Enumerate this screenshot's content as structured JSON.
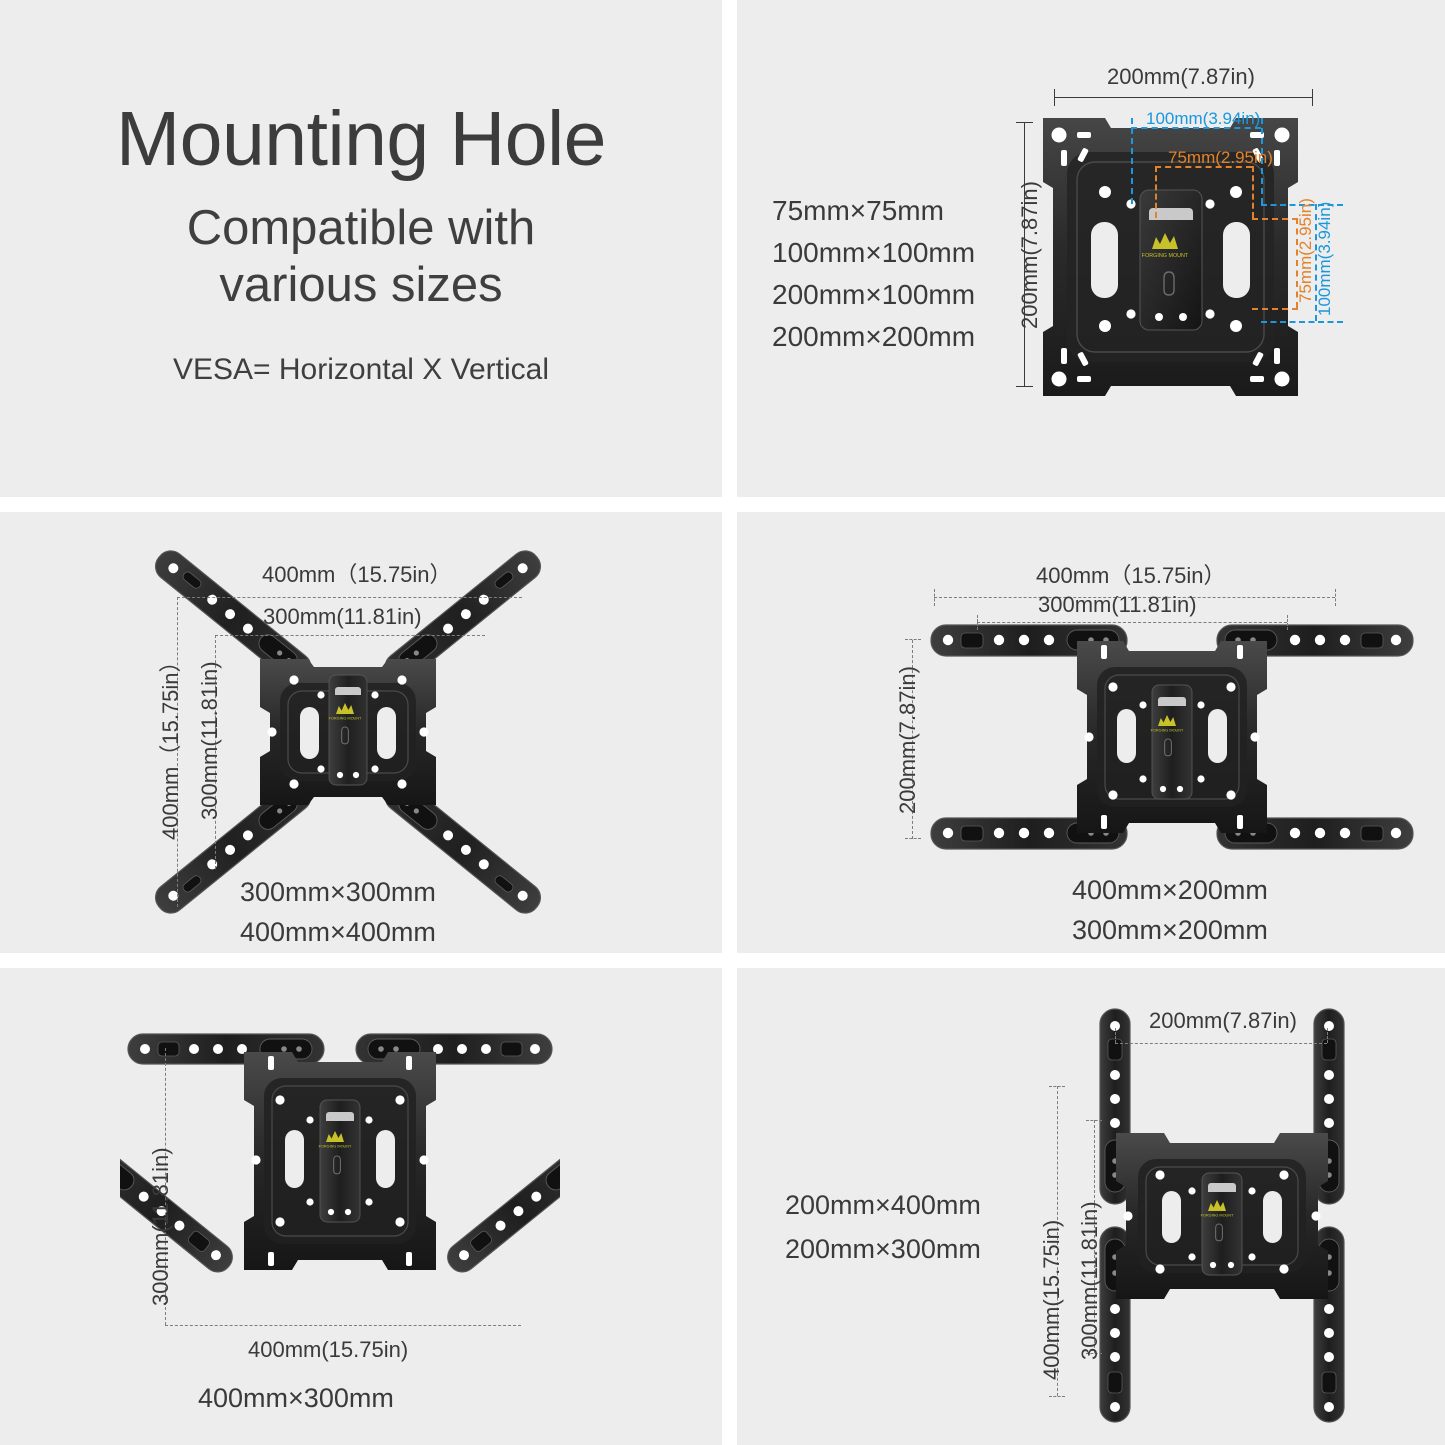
{
  "page": {
    "background": "#ffffff",
    "panel_background": "#ededed",
    "accent_blue": "#1a97dd",
    "accent_orange": "#e2822a",
    "text_color": "#3a3a3a",
    "logo_color": "#c8c129"
  },
  "intro": {
    "title": "Mounting Hole",
    "subtitle_line1": "Compatible with",
    "subtitle_line2": "various sizes",
    "note": "VESA= Horizontal X Vertical"
  },
  "panel_top_right": {
    "vesa_sizes": [
      "75mm×75mm",
      "100mm×100mm",
      "200mm×100mm",
      "200mm×200mm"
    ],
    "dim_width": "200mm(7.87in)",
    "dim_height": "200mm(7.87in)",
    "dim_blue_h": "100mm(3.94in)",
    "dim_blue_v": "100mm(3.94in)",
    "dim_orange_h": "75mm(2.95in)",
    "dim_orange_v": "75mm(2.95in)",
    "logo": "FORGING MOUNT"
  },
  "panel_mid_left": {
    "dim_top_outer": "400mm（15.75in）",
    "dim_top_inner": "300mm(11.81in)",
    "dim_left_outer": "400mm（15.75in）",
    "dim_left_inner": "300mm(11.81in)",
    "vesa_sizes": [
      "300mm×300mm",
      "400mm×400mm"
    ],
    "logo": "FORGING MOUNT"
  },
  "panel_mid_right": {
    "dim_top_outer": "400mm（15.75in）",
    "dim_top_inner": "300mm(11.81in)",
    "dim_left": "200mm(7.87in)",
    "vesa_sizes": [
      "400mm×200mm",
      "300mm×200mm"
    ],
    "logo": "FORGING MOUNT"
  },
  "panel_bottom_left": {
    "dim_left": "300mm(11.81in)",
    "dim_bottom": "400mm(15.75in)",
    "vesa_sizes": [
      "400mm×300mm"
    ],
    "logo": "FORGING MOUNT"
  },
  "panel_bottom_right": {
    "dim_top": "200mm(7.87in)",
    "dim_left_outer": "400mm(15.75in)",
    "dim_left_inner": "300mm(11.81in)",
    "vesa_sizes": [
      "200mm×400mm",
      "200mm×300mm"
    ],
    "logo": "FORGING MOUNT"
  }
}
